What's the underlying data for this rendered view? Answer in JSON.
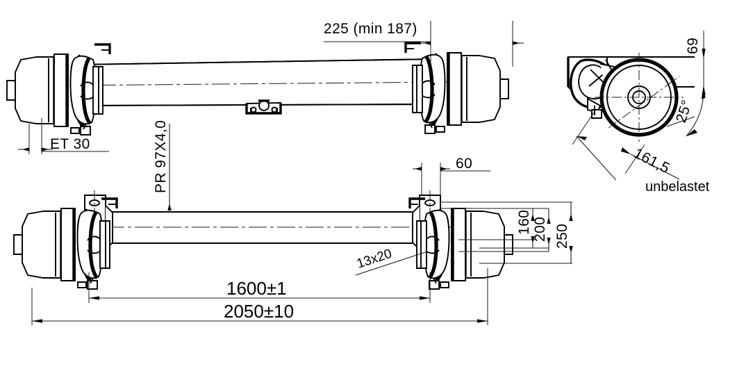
{
  "drawing": {
    "title": "Trailer axle technical drawing",
    "background_color": "#ffffff",
    "line_color": "#000000"
  },
  "top_view": {
    "dimensions": {
      "track_label": "225 (min 187)",
      "offset_label": "ET 30",
      "tube_label": "PR 97X4,0"
    }
  },
  "bottom_view": {
    "dimensions": {
      "bracket_width": "60",
      "height_160": "160",
      "height_200": "200",
      "height_250": "250",
      "hole_label": "13x20",
      "flange_span": "1600±1",
      "overall_length": "2050±10"
    }
  },
  "section_view": {
    "dimensions": {
      "height_69": "69",
      "angle_25": "25°",
      "radius_161_5": "161,5"
    },
    "caption": "unbelastet"
  }
}
